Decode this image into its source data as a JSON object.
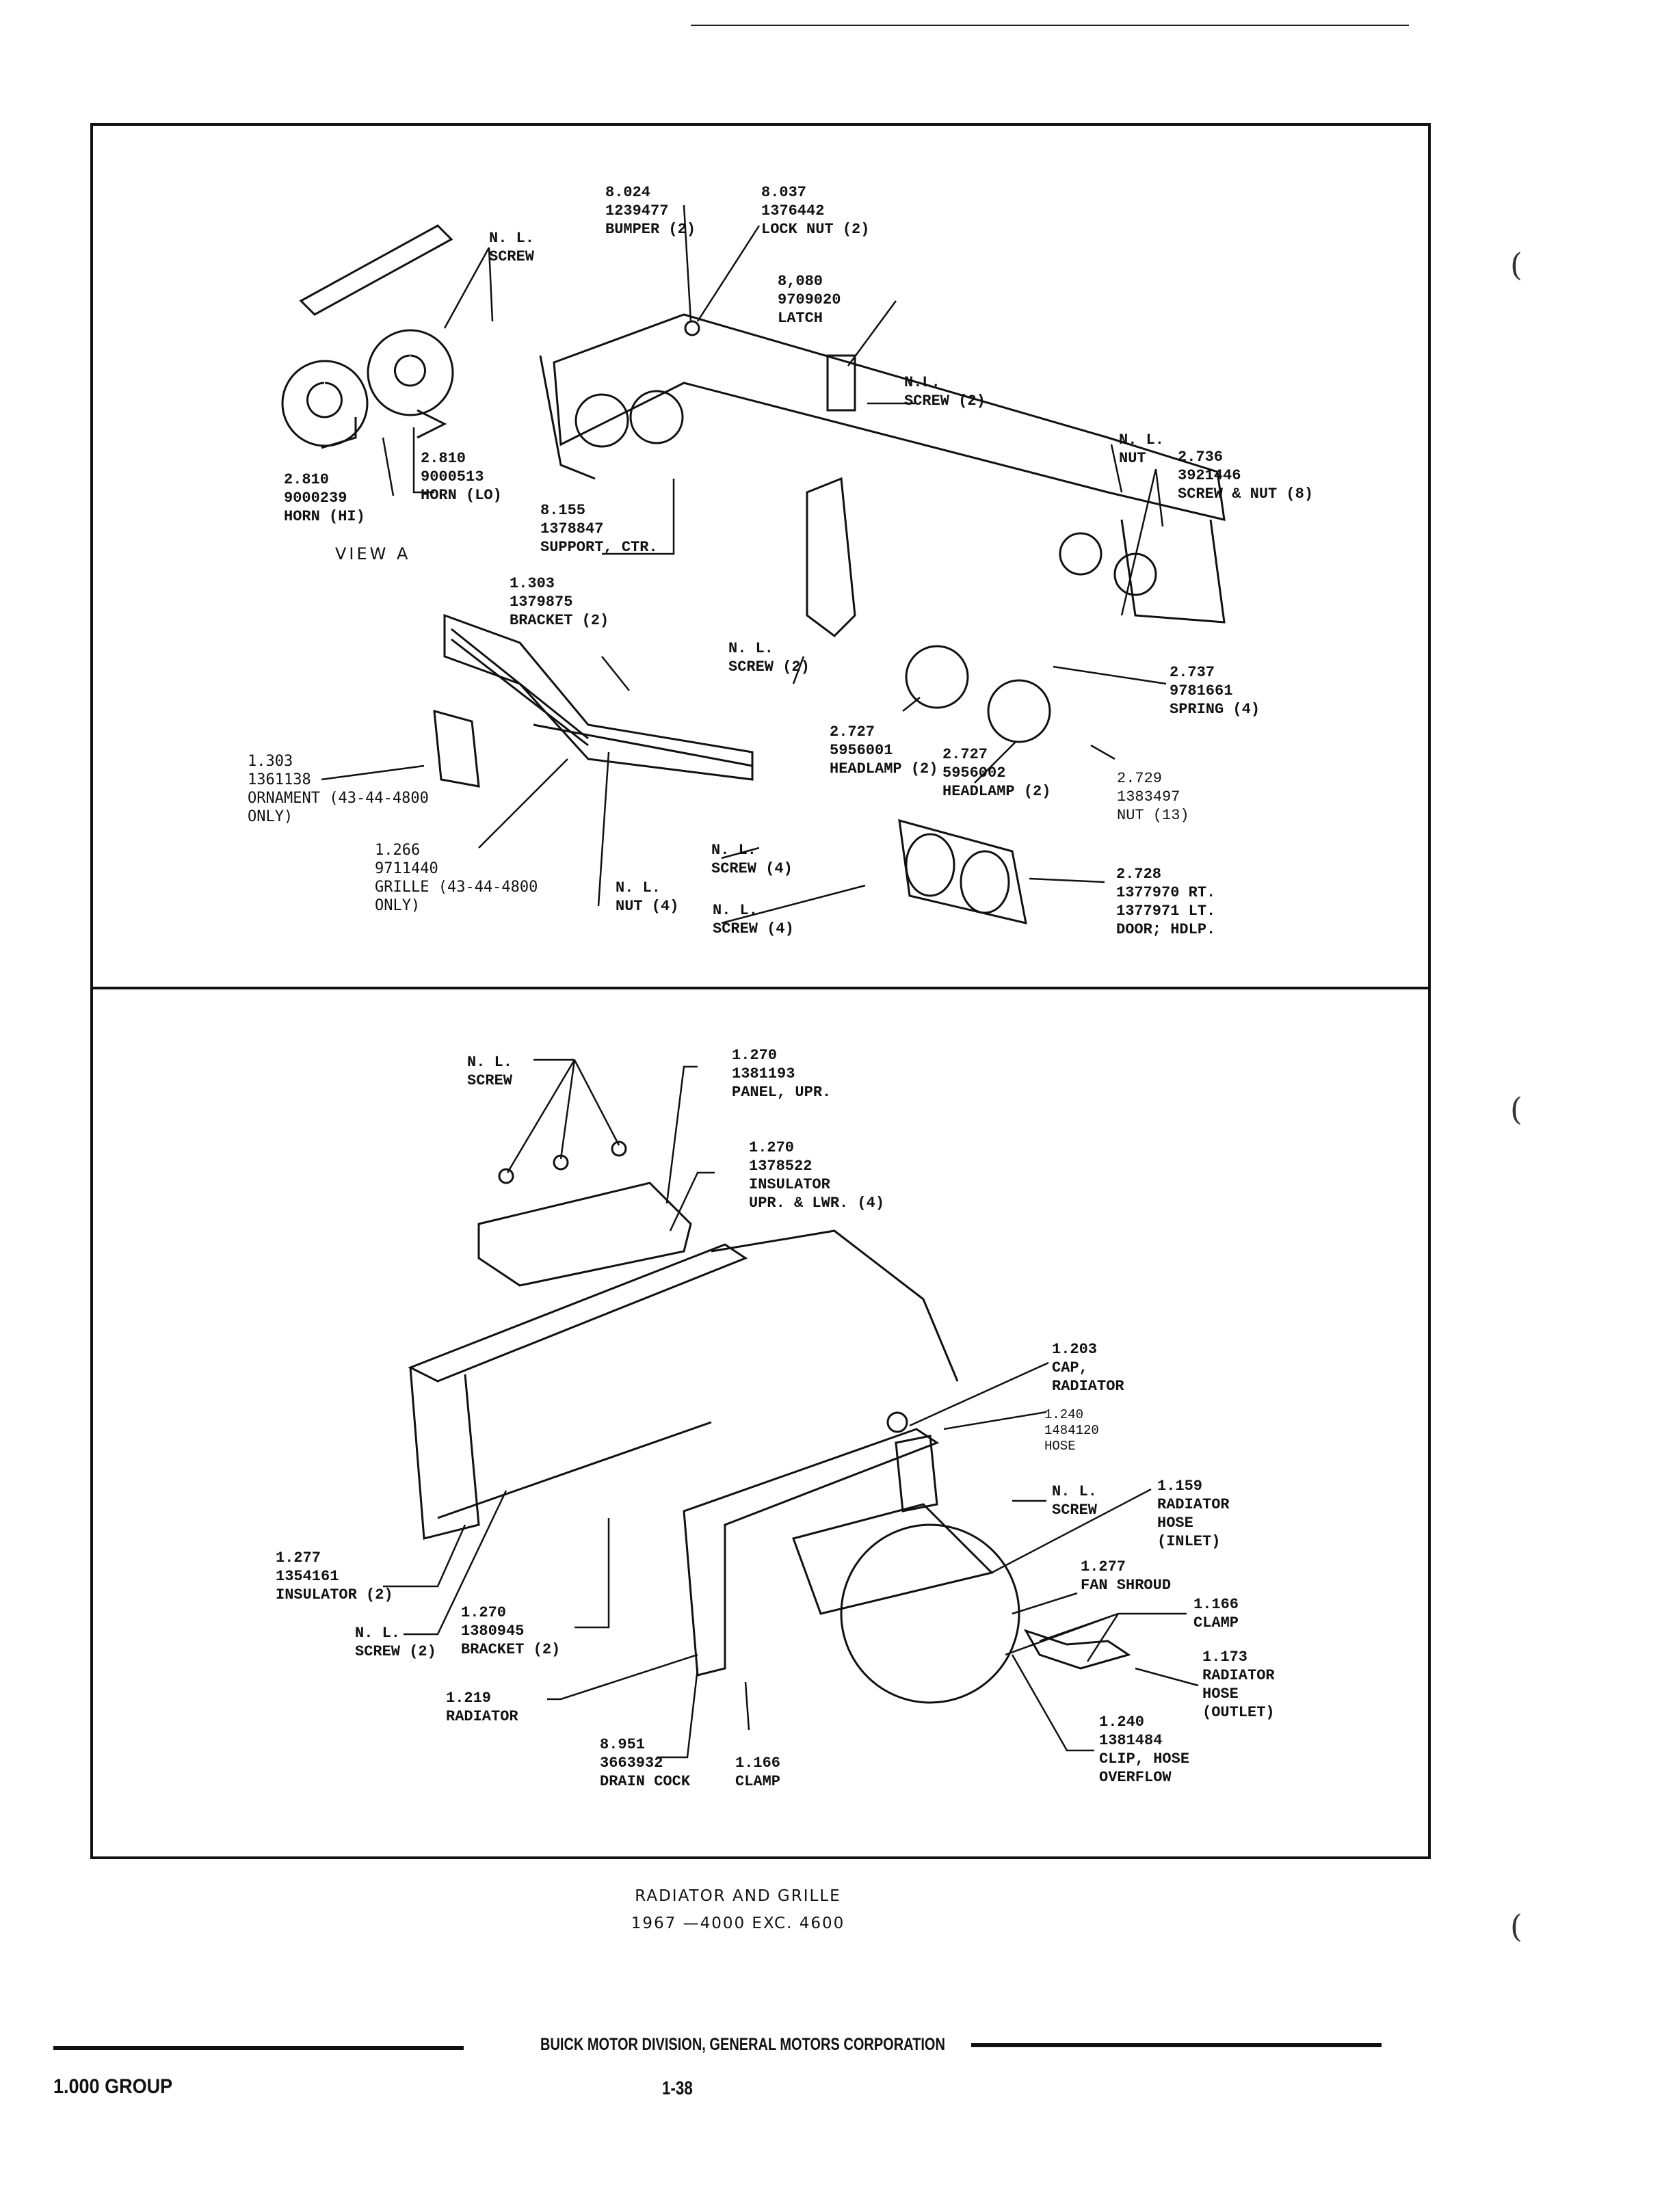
{
  "document": {
    "title": "RADIATOR AND GRILLE",
    "subtitle": "1967 —4000 EXC. 4600",
    "publisher": "BUICK MOTOR DIVISION, GENERAL MOTORS CORPORATION",
    "group": "1.000 GROUP",
    "page_number": "1-38"
  },
  "top_panel": {
    "view_label": "VIEW A",
    "callouts": [
      {
        "id": "nl-screw-horn",
        "lines": [
          "N. L.",
          "SCREW"
        ]
      },
      {
        "id": "bumper",
        "lines": [
          "8.024",
          "1239477",
          "BUMPER (2)"
        ]
      },
      {
        "id": "lock-nut",
        "lines": [
          "8.037",
          "1376442",
          "LOCK NUT (2)"
        ]
      },
      {
        "id": "latch",
        "lines": [
          "8,080",
          "9709020",
          "LATCH"
        ]
      },
      {
        "id": "nl-screw-latch",
        "lines": [
          "N.L.",
          "SCREW (2)"
        ]
      },
      {
        "id": "nl-nut",
        "lines": [
          "N. L.",
          "NUT"
        ]
      },
      {
        "id": "screw-nut",
        "lines": [
          "2.736",
          "3921446",
          "SCREW & NUT (8)"
        ]
      },
      {
        "id": "horn-hi",
        "lines": [
          "2.810",
          "9000239",
          "HORN (HI)"
        ]
      },
      {
        "id": "horn-lo",
        "lines": [
          "2.810",
          "9000513",
          "HORN (LO)"
        ]
      },
      {
        "id": "support-ctr",
        "lines": [
          "8.155",
          "1378847",
          "SUPPORT, CTR."
        ]
      },
      {
        "id": "bracket-grille",
        "lines": [
          "1.303",
          "1379875",
          "BRACKET (2)"
        ]
      },
      {
        "id": "nl-screw-bracket",
        "lines": [
          "N. L.",
          "SCREW (2)"
        ]
      },
      {
        "id": "spring",
        "lines": [
          "2.737",
          "9781661",
          "SPRING (4)"
        ]
      },
      {
        "id": "headlamp-1",
        "lines": [
          "2.727",
          "5956001",
          "HEADLAMP (2)"
        ]
      },
      {
        "id": "headlamp-2",
        "lines": [
          "2.727",
          "5956002",
          "HEADLAMP (2)"
        ]
      },
      {
        "id": "nut-13",
        "lines": [
          "2.729",
          "1383497",
          "NUT (13)"
        ]
      },
      {
        "id": "ornament",
        "lines": [
          "1.303",
          "1361138",
          "ORNAMENT (43-44-4800",
          "ONLY)"
        ]
      },
      {
        "id": "grille",
        "lines": [
          "1.266",
          "9711440",
          "GRILLE (43-44-4800",
          "ONLY)"
        ]
      },
      {
        "id": "nl-nut-4",
        "lines": [
          "N. L.",
          "NUT (4)"
        ]
      },
      {
        "id": "nl-screw-4a",
        "lines": [
          "N. L.",
          "SCREW (4)"
        ]
      },
      {
        "id": "nl-screw-4b",
        "lines": [
          "N. L.",
          "SCREW (4)"
        ]
      },
      {
        "id": "door-hdlp",
        "lines": [
          "2.728",
          "1377970 RT.",
          "1377971 LT.",
          "DOOR; HDLP."
        ]
      }
    ]
  },
  "bottom_panel": {
    "callouts": [
      {
        "id": "nl-screw-panel",
        "lines": [
          "N. L.",
          "SCREW"
        ]
      },
      {
        "id": "panel-upr",
        "lines": [
          "1.270",
          "1381193",
          "PANEL, UPR."
        ]
      },
      {
        "id": "insulator-upr-lwr",
        "lines": [
          "1.270",
          "1378522",
          "INSULATOR",
          "UPR. & LWR. (4)"
        ]
      },
      {
        "id": "cap-radiator",
        "lines": [
          "1.203",
          "CAP,",
          "RADIATOR"
        ]
      },
      {
        "id": "hose",
        "lines": [
          "1.240",
          "1484120",
          "HOSE"
        ]
      },
      {
        "id": "nl-screw-shroud",
        "lines": [
          "N. L.",
          "SCREW"
        ]
      },
      {
        "id": "radiator-hose-inlet",
        "lines": [
          "1.159",
          "RADIATOR",
          "HOSE",
          "(INLET)"
        ]
      },
      {
        "id": "fan-shroud",
        "lines": [
          "1.277",
          "FAN SHROUD"
        ]
      },
      {
        "id": "clamp-outlet",
        "lines": [
          "1.166",
          "CLAMP"
        ]
      },
      {
        "id": "radiator-hose-outlet",
        "lines": [
          "1.173",
          "RADIATOR",
          "HOSE",
          "(OUTLET)"
        ]
      },
      {
        "id": "insulator-2",
        "lines": [
          "1.277",
          "1354161",
          "INSULATOR (2)"
        ]
      },
      {
        "id": "nl-screw-2",
        "lines": [
          "N. L.",
          "SCREW (2)"
        ]
      },
      {
        "id": "bracket-2",
        "lines": [
          "1.270",
          "1380945",
          "BRACKET (2)"
        ]
      },
      {
        "id": "radiator",
        "lines": [
          "1.219",
          "RADIATOR"
        ]
      },
      {
        "id": "drain-cock",
        "lines": [
          "8.951",
          "3663932",
          "DRAIN COCK"
        ]
      },
      {
        "id": "clamp-lower",
        "lines": [
          "1.166",
          "CLAMP"
        ]
      },
      {
        "id": "clip-hose",
        "lines": [
          "1.240",
          "1381484",
          "CLIP, HOSE",
          "OVERFLOW"
        ]
      }
    ]
  }
}
